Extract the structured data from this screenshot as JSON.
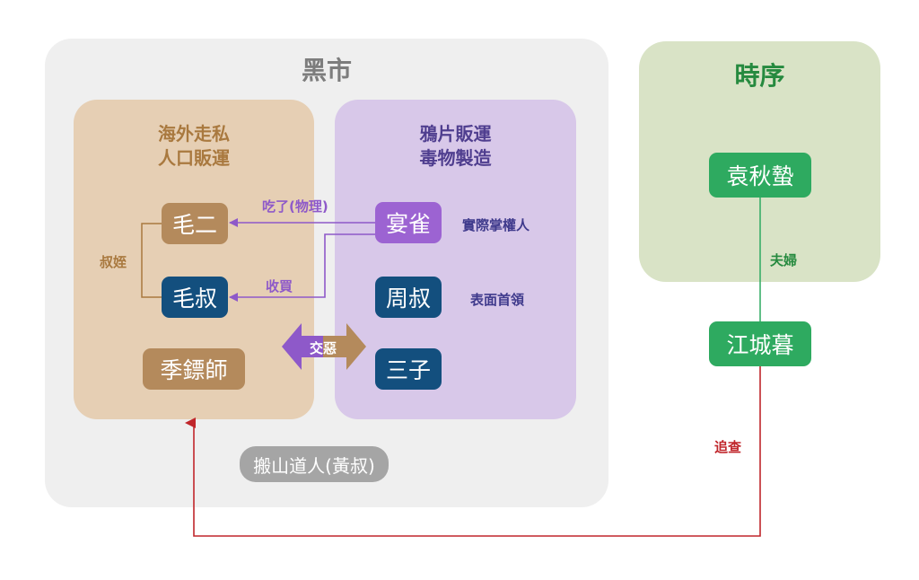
{
  "groups": {
    "black_market": {
      "title": "黑市"
    },
    "smuggling": {
      "title": "海外走私\n人口販運"
    },
    "opium": {
      "title": "鴉片販運\n毒物製造"
    },
    "shixu": {
      "title": "時序"
    }
  },
  "nodes": {
    "mao_er": "毛二",
    "mao_shu": "毛叔",
    "ji_biaoshi": "季鏢師",
    "yan_que": "宴雀",
    "zhou_shu": "周叔",
    "san_zi": "三子",
    "yuan_qiuzhi": "袁秋蟄",
    "jiang_chengmu": "江城暮",
    "banshan": "搬山道人(黃叔)"
  },
  "edges": {
    "ate_physical": "吃了(物理)",
    "bribed": "收買",
    "uncle_nephew": "叔姪",
    "instigate": "交惡",
    "couple": "夫婦",
    "pursue": "追查"
  },
  "annotations": {
    "actual_controller": "實際掌權人",
    "nominal_leader": "表面首領"
  },
  "colors": {
    "brown": "#b48a5c",
    "navy": "#134f7e",
    "purple": "#9c63d2",
    "green": "#2eaa60",
    "red": "#c0262b"
  }
}
